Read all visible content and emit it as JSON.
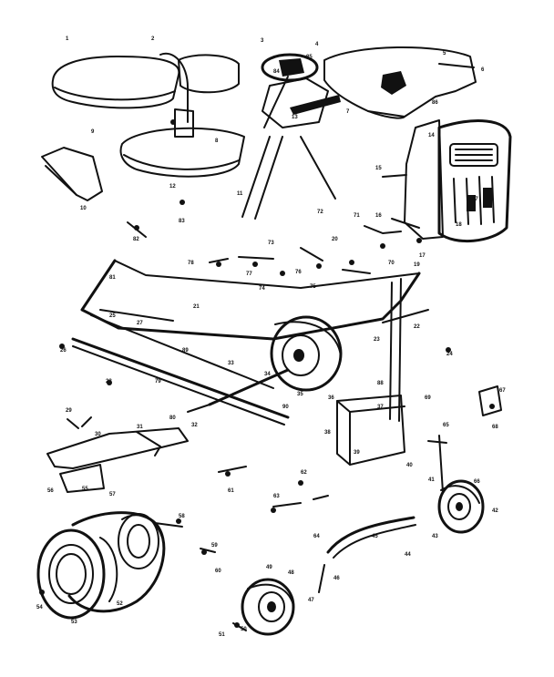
{
  "diagram": {
    "callouts": [
      "1",
      "2",
      "3",
      "4",
      "5",
      "6",
      "7",
      "8",
      "9",
      "10",
      "11",
      "12",
      "13",
      "14",
      "15",
      "16",
      "17",
      "18",
      "19",
      "20",
      "21",
      "22",
      "23",
      "24",
      "25",
      "26",
      "27",
      "28",
      "29",
      "30",
      "31",
      "32",
      "33",
      "34",
      "35",
      "36",
      "37",
      "38",
      "39",
      "40",
      "41",
      "42",
      "43",
      "44",
      "45",
      "46",
      "47",
      "48",
      "49",
      "50",
      "51",
      "52",
      "53",
      "54",
      "55",
      "56",
      "57",
      "58",
      "59",
      "60",
      "61",
      "62",
      "63",
      "64",
      "65",
      "66",
      "67",
      "68",
      "69",
      "70",
      "71",
      "72",
      "73",
      "74",
      "75",
      "76",
      "77",
      "78",
      "79",
      "80",
      "81",
      "82",
      "83",
      "84",
      "85",
      "86",
      "87",
      "88",
      "89",
      "90"
    ]
  }
}
